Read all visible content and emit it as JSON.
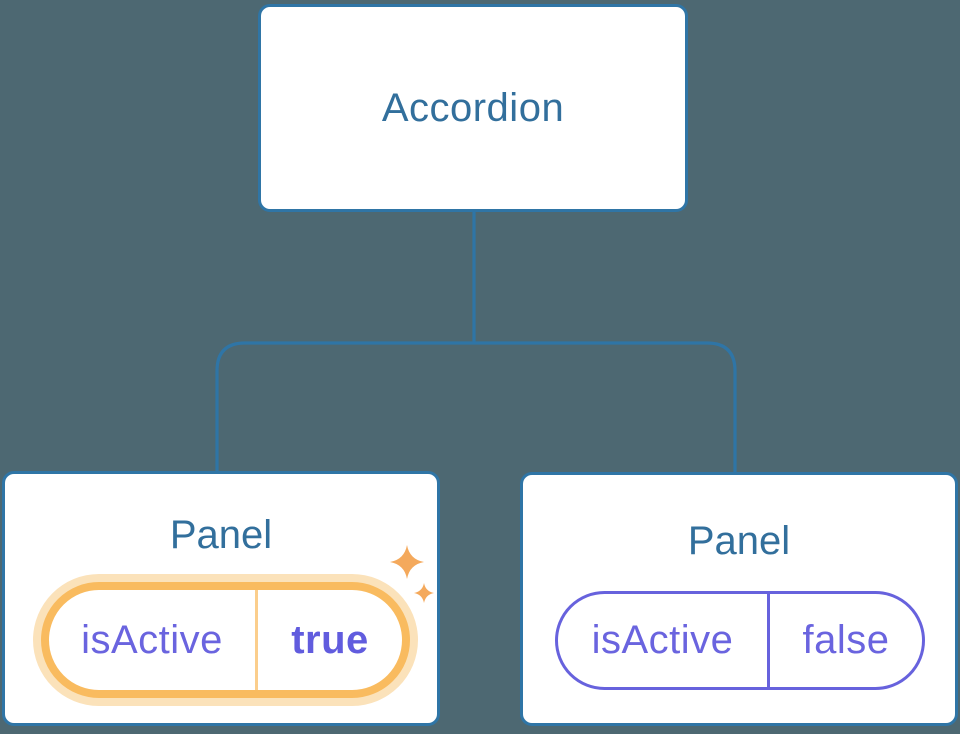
{
  "diagram": {
    "root": {
      "label": "Accordion"
    },
    "panels": [
      {
        "title": "Panel",
        "state_key": "isActive",
        "state_value": "true",
        "highlighted": true
      },
      {
        "title": "Panel",
        "state_key": "isActive",
        "state_value": "false",
        "highlighted": false
      }
    ]
  },
  "icons": {
    "sparkle_large": "sparkle-large-icon",
    "sparkle_small": "sparkle-small-icon"
  },
  "colors": {
    "background": "#4D6872",
    "node_border": "#2F75A6",
    "connector": "#2F75A6",
    "node_text": "#326F9C",
    "state_text": "#6A64DF",
    "state_border": "#6762DD",
    "highlight_border": "#F9BB5F",
    "highlight_glow": "#FBE2BA",
    "highlight_divider": "#FBCE8C",
    "sparkle": "#F4A95C"
  }
}
